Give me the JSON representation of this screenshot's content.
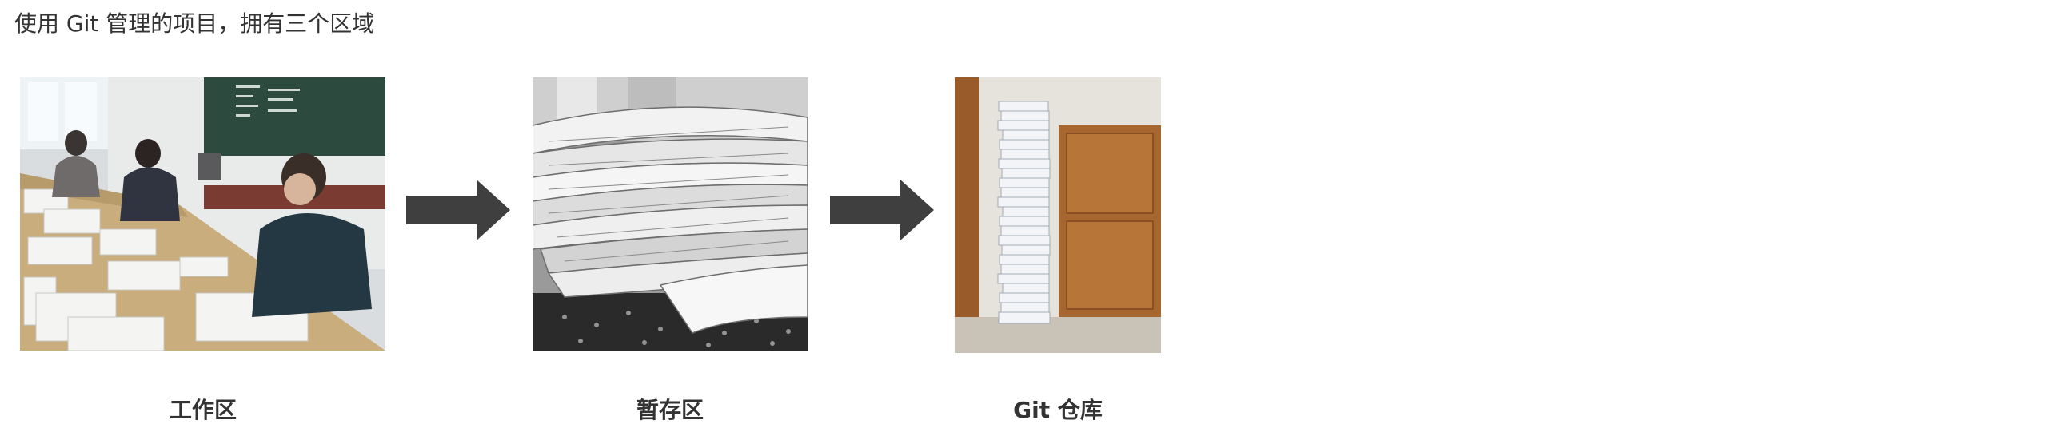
{
  "heading": "使用 Git 管理的项目，拥有三个区域",
  "stages": [
    {
      "label": "工作区",
      "image": "workers-sorting-papers-photo"
    },
    {
      "label": "暂存区",
      "image": "stacked-newspapers-photo"
    },
    {
      "label": "Git 仓库",
      "image": "tall-paper-stack-photo"
    }
  ],
  "arrow_color": "#3f3f3f"
}
